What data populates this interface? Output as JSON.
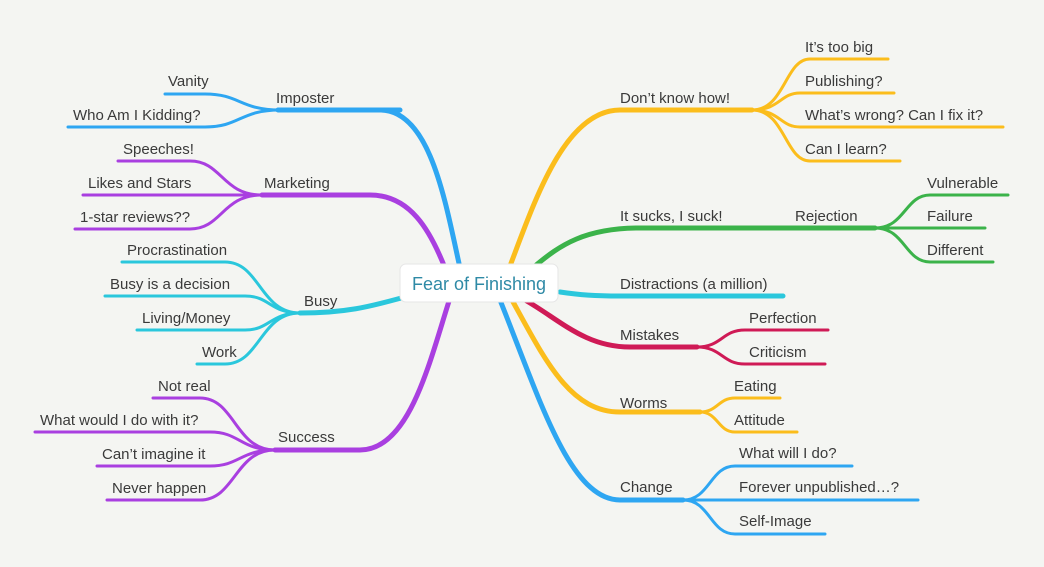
{
  "central": {
    "label": "Fear of Finishing"
  },
  "colors": {
    "imposter": "#2ea6f2",
    "marketing": "#a93fe0",
    "busy": "#2ac7dc",
    "success": "#a93fe0",
    "dont_know": "#fbbd1c",
    "it_sucks": "#3bb34a",
    "distractions": "#2ac7dc",
    "mistakes": "#cf1a56",
    "worms": "#fbbd1c",
    "change": "#2ea6f2"
  },
  "left": {
    "imposter": {
      "label": "Imposter",
      "children": [
        "Vanity",
        "Who Am I Kidding?"
      ]
    },
    "marketing": {
      "label": "Marketing",
      "children": [
        "Speeches!",
        "Likes and Stars",
        "1-star reviews??"
      ]
    },
    "busy": {
      "label": "Busy",
      "children": [
        "Procrastination",
        "Busy is a decision",
        "Living/Money",
        "Work"
      ]
    },
    "success": {
      "label": "Success",
      "children": [
        "Not real",
        "What would I do with it?",
        "Can’t imagine it",
        "Never happen"
      ]
    }
  },
  "right": {
    "dont_know": {
      "label": "Don’t know how!",
      "children": [
        "It’s too big",
        "Publishing?",
        "What’s wrong? Can I fix it?",
        "Can I learn?"
      ]
    },
    "it_sucks": {
      "label": "It sucks, I suck!",
      "child": "Rejection",
      "grandchildren": [
        "Vulnerable",
        "Failure",
        "Different"
      ]
    },
    "distractions": {
      "label": "Distractions (a million)"
    },
    "mistakes": {
      "label": "Mistakes",
      "children": [
        "Perfection",
        "Criticism"
      ]
    },
    "worms": {
      "label": "Worms",
      "children": [
        "Eating",
        "Attitude"
      ]
    },
    "change": {
      "label": "Change",
      "children": [
        "What will I do?",
        "Forever unpublished…?",
        "Self-Image"
      ]
    }
  }
}
